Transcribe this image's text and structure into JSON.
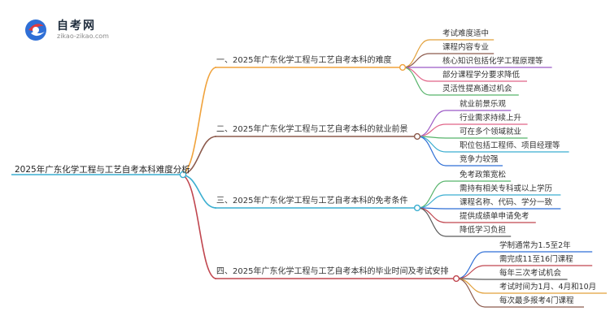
{
  "logo": {
    "title": "自考网",
    "subtitle": "zikao-zikao.com"
  },
  "mindmap": {
    "root": "2025年广东化学工程与工艺自考本科难度分析",
    "branches": [
      {
        "label": "一、2025年广东化学工程与工艺自考本科的难度",
        "color": "#f0a23b",
        "leaves": [
          "考试难度适中",
          "课程内容专业",
          "核心知识包括化学工程原理等",
          "部分课程学分要求降低",
          "灵活性提高通过机会"
        ]
      },
      {
        "label": "二、2025年广东化学工程与工艺自考本科的就业前景",
        "color": "#8c5a4c",
        "leaves": [
          "就业前景乐观",
          "行业需求持续上升",
          "可在多个领域就业",
          "职位包括工程师、项目经理等",
          "竞争力较强"
        ]
      },
      {
        "label": "三、2025年广东化学工程与工艺自考本科的免考条件",
        "color": "#3aaed0",
        "leaves": [
          "免考政策宽松",
          "需持有相关专科或以上学历",
          "课程名称、代码、学分一致",
          "提供成绩单申请免考",
          "降低学习负担"
        ]
      },
      {
        "label": "四、2025年广东化学工程与工艺自考本科的毕业时间及考试安排",
        "color": "#c0464f",
        "leaves": [
          "学制通常为1.5至2年",
          "需完成11至16门课程",
          "每年三次考试机会",
          "考试时间为1月、4月和10月",
          "每次最多报考4门课程"
        ]
      }
    ],
    "leaf_colors": [
      "#e2a03a",
      "#8c5a4c",
      "#9b59c6",
      "#e06488",
      "#56b36a",
      "#3aaed0",
      "#2f6fd6",
      "#c0464f",
      "#5a5a5a"
    ]
  }
}
